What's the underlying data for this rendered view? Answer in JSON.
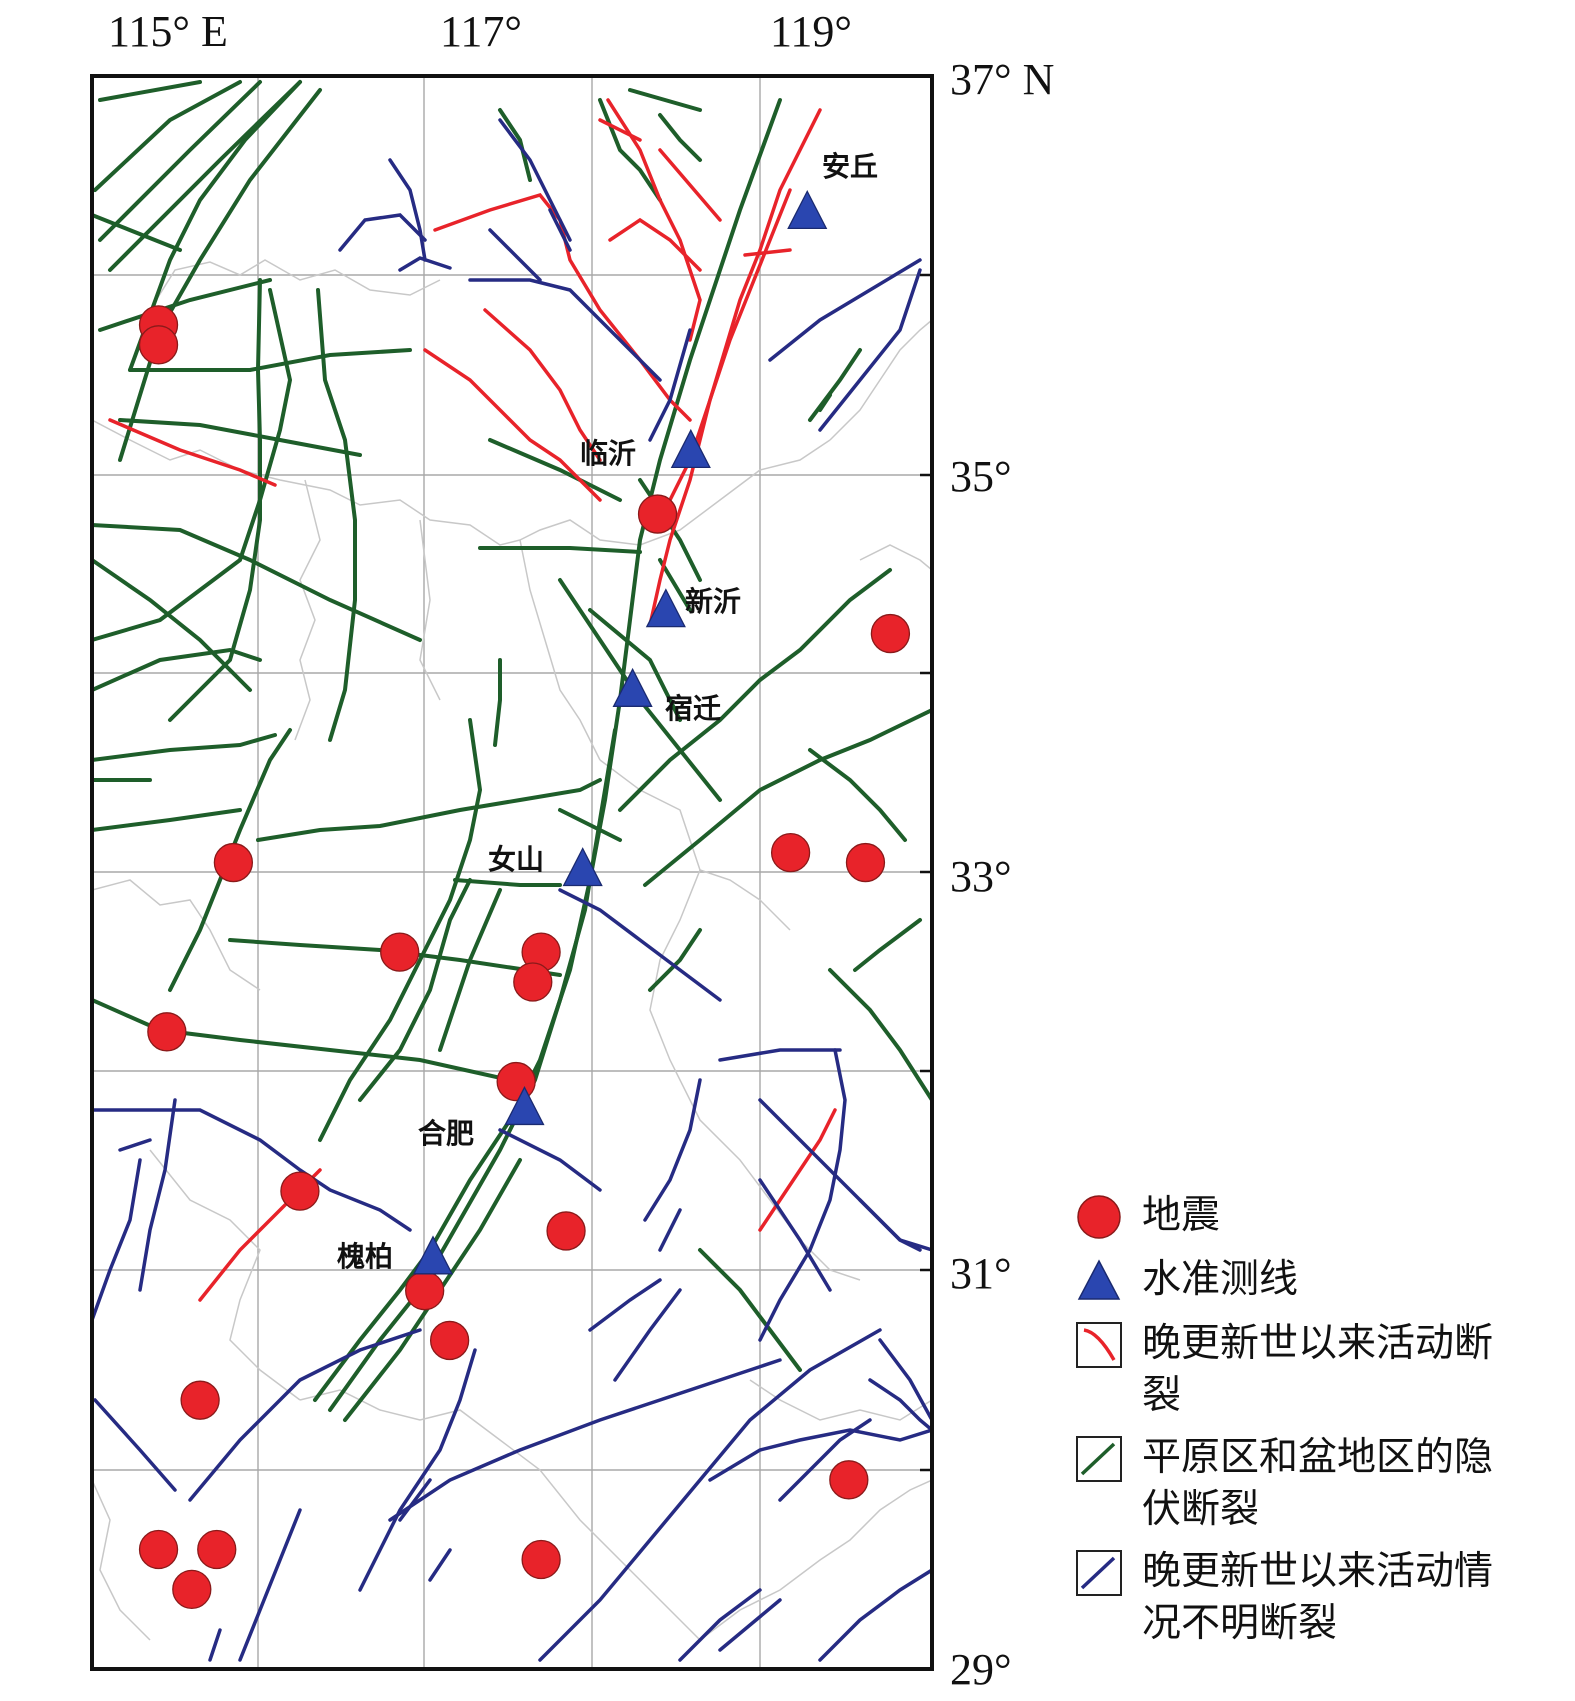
{
  "map": {
    "lon_labels": [
      "115° E",
      "117°",
      "119°"
    ],
    "lat_labels": [
      "37° N",
      "35°",
      "33°",
      "31°",
      "29°"
    ],
    "lon_range": [
      114.65,
      119.7
    ],
    "lat_range": [
      29,
      37
    ]
  },
  "stations": [
    {
      "name": "安丘",
      "lon": 118.95,
      "lat": 36.3
    },
    {
      "name": "临沂",
      "lon": 118.25,
      "lat": 35.1
    },
    {
      "name": "新沂",
      "lon": 118.1,
      "lat": 34.3
    },
    {
      "name": "宿迁",
      "lon": 117.9,
      "lat": 33.9
    },
    {
      "name": "女山",
      "lon": 117.6,
      "lat": 33.0
    },
    {
      "name": "合肥",
      "lon": 117.25,
      "lat": 31.8
    },
    {
      "name": "槐柏",
      "lon": 116.7,
      "lat": 31.05
    }
  ],
  "earthquakes": [
    {
      "lon": 115.05,
      "lat": 35.75
    },
    {
      "lon": 115.05,
      "lat": 35.65
    },
    {
      "lon": 118.05,
      "lat": 34.8
    },
    {
      "lon": 119.45,
      "lat": 34.2
    },
    {
      "lon": 115.5,
      "lat": 33.05
    },
    {
      "lon": 118.85,
      "lat": 33.1
    },
    {
      "lon": 119.3,
      "lat": 33.05
    },
    {
      "lon": 116.5,
      "lat": 32.6
    },
    {
      "lon": 117.35,
      "lat": 32.6
    },
    {
      "lon": 117.3,
      "lat": 32.45
    },
    {
      "lon": 115.1,
      "lat": 32.2
    },
    {
      "lon": 117.2,
      "lat": 31.95
    },
    {
      "lon": 115.9,
      "lat": 31.4
    },
    {
      "lon": 117.5,
      "lat": 31.2
    },
    {
      "lon": 116.65,
      "lat": 30.9
    },
    {
      "lon": 116.8,
      "lat": 30.65
    },
    {
      "lon": 115.3,
      "lat": 30.35
    },
    {
      "lon": 119.2,
      "lat": 29.95
    },
    {
      "lon": 115.05,
      "lat": 29.6
    },
    {
      "lon": 115.4,
      "lat": 29.6
    },
    {
      "lon": 115.25,
      "lat": 29.4
    },
    {
      "lon": 117.35,
      "lat": 29.55
    }
  ],
  "legend": {
    "earthquake": "地震",
    "leveling": "水准测线",
    "active_fault": "晚更新世以来活动断裂",
    "buried_fault": "平原区和盆地区的隐伏断裂",
    "unknown_fault": "晚更新世以来活动情况不明断裂"
  },
  "colors": {
    "active_fault": "#e8232a",
    "buried_fault": "#1e5e2a",
    "unknown_fault": "#262b83",
    "earthquake": "#e8232a",
    "station": "#2a46b0",
    "grid": "#a8a8a8",
    "boundary": "#c8c8c8"
  }
}
